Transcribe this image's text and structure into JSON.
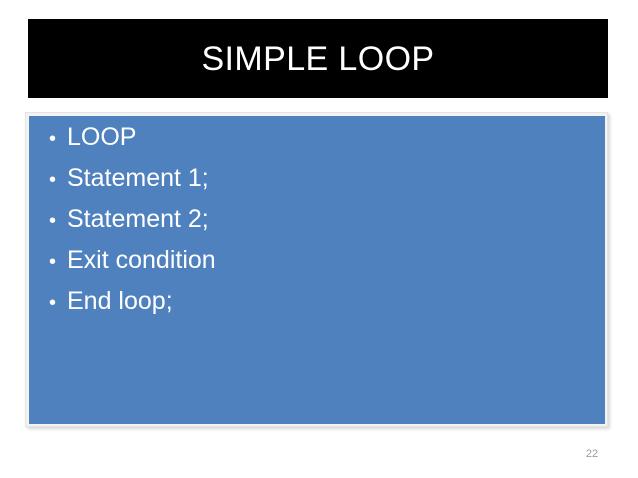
{
  "slide": {
    "title": "SIMPLE LOOP",
    "page_number": "22",
    "colors": {
      "background": "#ffffff",
      "title_bar": "#000000",
      "title_text": "#ffffff",
      "content_box": "#4e81bd",
      "content_text": "#ffffff",
      "content_frame": "#f3f3f3",
      "page_number_text": "#9a9a9a"
    },
    "content": {
      "bullet_glyph": "•",
      "items": [
        {
          "label": "LOOP"
        },
        {
          "label": "Statement 1;"
        },
        {
          "label": "Statement 2;"
        },
        {
          "label": "Exit condition"
        },
        {
          "label": "End loop;"
        }
      ]
    }
  }
}
